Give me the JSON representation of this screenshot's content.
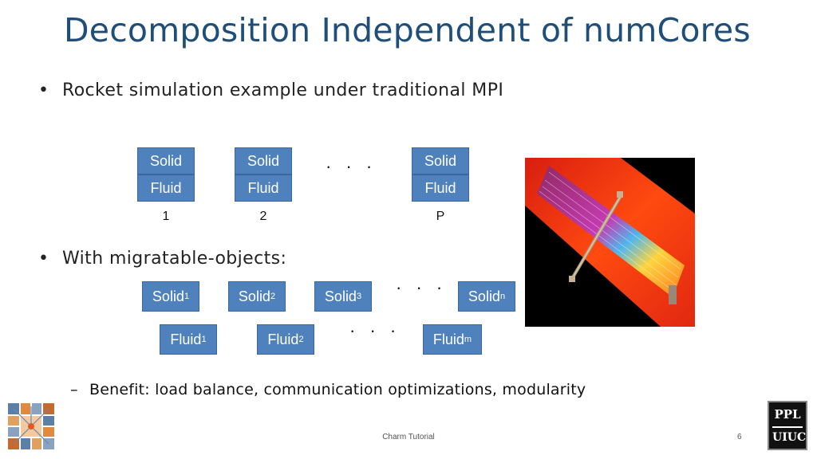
{
  "slide": {
    "title": "Decomposition Independent of numCores",
    "bullet1": "Rocket simulation example under traditional MPI",
    "bullet2": "With migratable-objects:",
    "bullet_marker": "•",
    "sub_marker": "–",
    "sub_bullet": "Benefit: load balance, communication optimizations, modularity",
    "footer": "Charm Tutorial",
    "page_number": "6"
  },
  "mpi": {
    "columns": [
      {
        "solid": "Solid",
        "fluid": "Fluid",
        "label": "1"
      },
      {
        "solid": "Solid",
        "fluid": "Fluid",
        "label": "2"
      },
      {
        "solid": "Solid",
        "fluid": "Fluid",
        "label": "P"
      }
    ],
    "ellipsis": "· · ·"
  },
  "objects": {
    "solids": [
      {
        "name": "Solid",
        "sub": "1"
      },
      {
        "name": "Solid",
        "sub": "2"
      },
      {
        "name": "Solid",
        "sub": "3"
      },
      {
        "name": "Solid",
        "sub": "n"
      }
    ],
    "fluids": [
      {
        "name": "Fluid",
        "sub": "1"
      },
      {
        "name": "Fluid",
        "sub": "2"
      },
      {
        "name": "Fluid",
        "sub": "m"
      }
    ],
    "ellipsis_solid": "· · ·",
    "ellipsis_fluid": "· · ·"
  },
  "logos": {
    "ppl_top": "PPL",
    "ppl_bottom": "UIUC"
  },
  "colors": {
    "title": "#1f4e79",
    "box": "#4f81bd"
  }
}
